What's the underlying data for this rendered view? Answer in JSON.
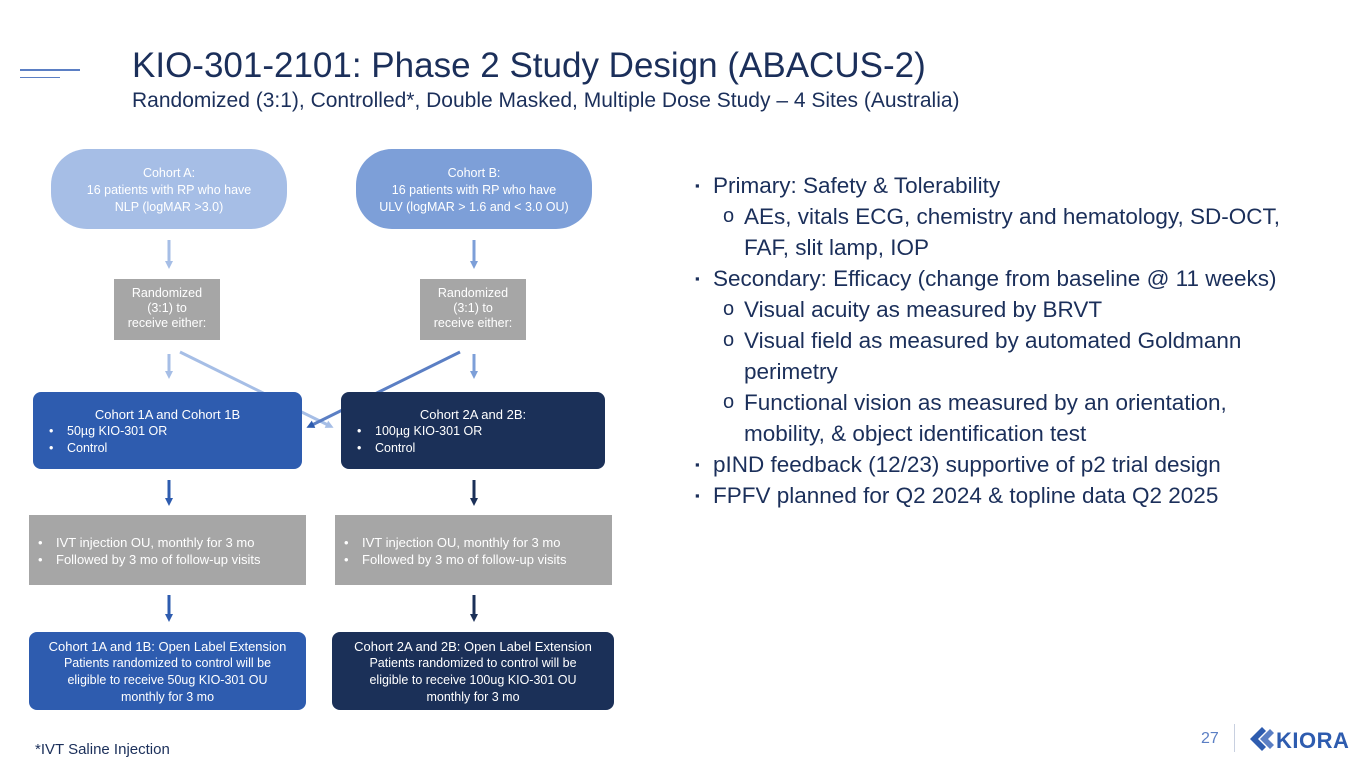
{
  "header": {
    "title": "KIO-301-2101: Phase 2 Study Design (ABACUS-2)",
    "subtitle": "Randomized (3:1), Controlled*, Double Masked, Multiple Dose Study – 4 Sites (Australia)"
  },
  "flow": {
    "cohort_a": {
      "title": "Cohort A:",
      "line1": "16 patients with RP who have",
      "line2": "NLP (logMAR >3.0)"
    },
    "cohort_b": {
      "title": "Cohort B:",
      "line1": "16 patients with RP who have",
      "line2": "ULV (logMAR > 1.6 and < 3.0 OU)"
    },
    "rand_a": {
      "line1": "Randomized",
      "line2": "(3:1) to",
      "line3": "receive either:"
    },
    "rand_b": {
      "line1": "Randomized",
      "line2": "(3:1) to",
      "line3": "receive either:"
    },
    "cohort_1": {
      "title": "Cohort 1A and Cohort 1B",
      "items": [
        "50µg KIO-301 OR",
        "Control"
      ]
    },
    "cohort_2": {
      "title": "Cohort 2A and 2B:",
      "items": [
        "100µg KIO-301 OR",
        "Control"
      ]
    },
    "treatment_1": {
      "items": [
        "IVT injection OU, monthly for 3 mo",
        "Followed by 3 mo of follow-up visits"
      ]
    },
    "treatment_2": {
      "items": [
        "IVT injection OU, monthly for 3 mo",
        "Followed by 3 mo of follow-up visits"
      ]
    },
    "ole_1": {
      "title": "Cohort 1A and 1B: Open Label Extension",
      "line1": "Patients randomized to control will be",
      "line2": "eligible to receive 50ug KIO-301 OU",
      "line3": "monthly for 3 mo"
    },
    "ole_2": {
      "title": "Cohort 2A and 2B: Open Label Extension",
      "line1": "Patients randomized to control will be",
      "line2": "eligible to receive 100ug KIO-301 OU",
      "line3": "monthly for 3 mo"
    },
    "bullet": "•"
  },
  "endpoints": {
    "primary": "Primary: Safety & Tolerability",
    "primary_sub": [
      "AEs, vitals ECG, chemistry and hematology, SD-OCT,",
      "FAF, slit lamp, IOP"
    ],
    "secondary": "Secondary: Efficacy (change from baseline @ 11 weeks)",
    "secondary_sub1": "Visual acuity as measured by BRVT",
    "secondary_sub2": [
      "Visual field as measured by automated Goldmann",
      "perimetry"
    ],
    "secondary_sub3": [
      "Functional vision as measured by an orientation,",
      "mobility, & object identification test"
    ],
    "pind": "pIND feedback (12/23) supportive of p2 trial design",
    "fpfv": "FPFV planned for Q2 2024 & topline data Q2 2025",
    "square_marker": "▪",
    "circle_marker": "o"
  },
  "footer": {
    "footnote": "*IVT Saline Injection",
    "page_number": "27",
    "logo_text": "KIORA"
  },
  "colors": {
    "navy": "#1b3058",
    "blue": "#2e5caf",
    "light_blue": "#a6bee6",
    "mid_blue": "#7d9fd8",
    "gray": "#a6a6a6"
  }
}
